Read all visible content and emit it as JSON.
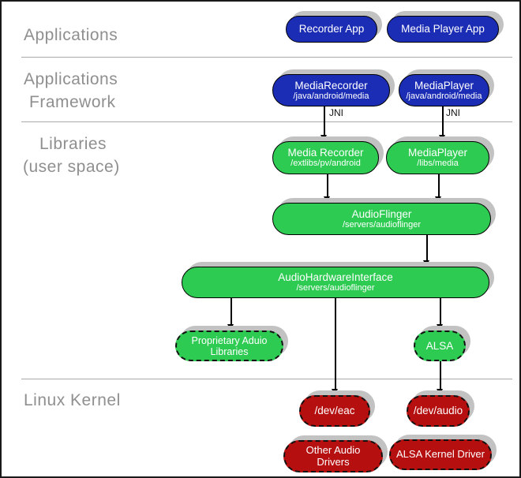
{
  "colors": {
    "blue": "#1c2db5",
    "green": "#2ecb52",
    "red": "#b50f0f",
    "shadow": "#c2c2c2",
    "divider": "#a9a9a9",
    "label": "#8f8f8f",
    "line": "#000000"
  },
  "sections": [
    {
      "id": "applications",
      "label_lines": [
        "Applications"
      ]
    },
    {
      "id": "applications-framework",
      "label_lines": [
        "Applications",
        "Framework"
      ]
    },
    {
      "id": "libraries-user-space",
      "label_lines": [
        "Libraries",
        "(user space)"
      ]
    },
    {
      "id": "linux-kernel",
      "label_lines": [
        "Linux Kernel"
      ]
    }
  ],
  "nodes": [
    {
      "id": "recorder-app",
      "title": "Recorder App",
      "subtitle": "",
      "color": "blue",
      "border": "solid"
    },
    {
      "id": "media-player-app",
      "title": "Media Player App",
      "subtitle": "",
      "color": "blue",
      "border": "solid"
    },
    {
      "id": "media-recorder-framework",
      "title": "MediaRecorder",
      "subtitle": "/java/android/media",
      "color": "blue",
      "border": "solid"
    },
    {
      "id": "media-player-framework",
      "title": "MediaPlayer",
      "subtitle": "/java/android/media",
      "color": "blue",
      "border": "solid"
    },
    {
      "id": "media-recorder-lib",
      "title": "Media Recorder",
      "subtitle": "/extlibs/pv/android",
      "color": "green",
      "border": "solid"
    },
    {
      "id": "media-player-lib",
      "title": "MediaPlayer",
      "subtitle": "/libs/media",
      "color": "green",
      "border": "solid"
    },
    {
      "id": "audioflinger",
      "title": "AudioFlinger",
      "subtitle": "/servers/audioflinger",
      "color": "green",
      "border": "solid"
    },
    {
      "id": "audio-hardware-interface",
      "title": "AudioHardwareInterface",
      "subtitle": "/servers/audioflinger",
      "color": "green",
      "border": "solid"
    },
    {
      "id": "proprietary-audio-libraries",
      "title": "Proprietary Aduio Libraries",
      "subtitle": "",
      "color": "green",
      "border": "dashed"
    },
    {
      "id": "alsa",
      "title": "ALSA",
      "subtitle": "",
      "color": "green",
      "border": "dashed"
    },
    {
      "id": "dev-eac",
      "title": "/dev/eac",
      "subtitle": "",
      "color": "red",
      "border": "dashed"
    },
    {
      "id": "dev-audio",
      "title": "/dev/audio",
      "subtitle": "",
      "color": "red",
      "border": "dashed"
    },
    {
      "id": "other-audio-drivers",
      "title": "Other Audio Drivers",
      "subtitle": "",
      "color": "red",
      "border": "dashed"
    },
    {
      "id": "alsa-kernel-driver",
      "title": "ALSA Kernel Driver",
      "subtitle": "",
      "color": "red",
      "border": "dashed"
    }
  ],
  "edges": [
    {
      "from": "media-recorder-framework",
      "to": "media-recorder-lib",
      "label": "JNI"
    },
    {
      "from": "media-player-framework",
      "to": "media-player-lib",
      "label": "JNI"
    },
    {
      "from": "media-recorder-lib",
      "to": "audioflinger",
      "label": ""
    },
    {
      "from": "media-player-lib",
      "to": "audioflinger",
      "label": ""
    },
    {
      "from": "audioflinger",
      "to": "audio-hardware-interface",
      "label": ""
    },
    {
      "from": "audio-hardware-interface",
      "to": "proprietary-audio-libraries",
      "label": ""
    },
    {
      "from": "audio-hardware-interface",
      "to": "dev-eac",
      "label": ""
    },
    {
      "from": "audio-hardware-interface",
      "to": "alsa",
      "label": ""
    },
    {
      "from": "alsa",
      "to": "dev-audio",
      "label": ""
    }
  ]
}
